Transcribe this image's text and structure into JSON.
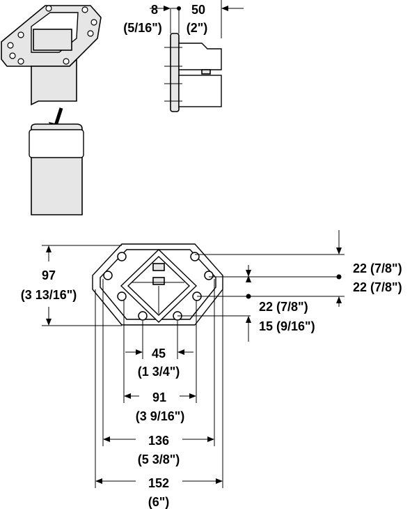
{
  "top_view": {
    "dim_8": "8",
    "dim_8_in": "(5/16\")",
    "dim_50": "50",
    "dim_50_in": "(2\")"
  },
  "plan_view": {
    "height": "97",
    "height_in": "(3 13/16\")",
    "right_1": "22 (7/8\")",
    "right_2": "22 (7/8\")",
    "right_3": "22 (7/8\")",
    "right_4": "15 (9/16\")",
    "w45": "45",
    "w45_in": "(1 3/4\")",
    "w91": "91",
    "w91_in": "(3 9/16\")",
    "w136": "136",
    "w136_in": "(5 3/8\")",
    "w152": "152",
    "w152_in": "(6\")"
  }
}
